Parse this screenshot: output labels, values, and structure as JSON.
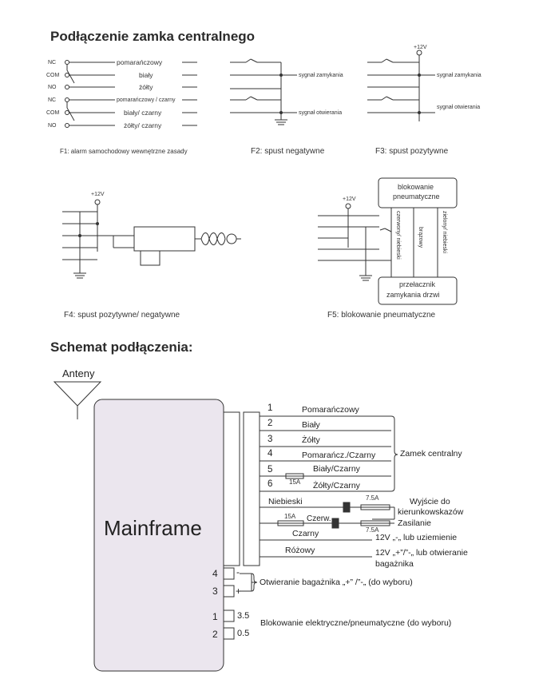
{
  "section1_title": "Podłączenie zamka centralnego",
  "section2_title": "Schemat podłączenia:",
  "f1": {
    "pins": [
      "NC",
      "COM",
      "NO",
      "NC",
      "COM",
      "NO"
    ],
    "wires": [
      "pomarańczowy",
      "biały",
      "żółty",
      "pomarańczowy / czarny",
      "biały/ czarny",
      "żółty/ czarny"
    ],
    "caption": "F1:  alarm samochodowy wewnętrzne zasady"
  },
  "f2": {
    "signal_close": "sygnał zamykania",
    "signal_open": "sygnał otwierania",
    "caption": "F2:  spust negatywne"
  },
  "f3": {
    "voltage": "+12V",
    "signal_close": "sygnał zamykania",
    "signal_open": "sygnał otwierania",
    "caption": "F3:  spust pozytywne"
  },
  "f4": {
    "voltage": "+12V",
    "caption": "F4:  spust  pozytywne/ negatywne"
  },
  "f5": {
    "voltage": "+12V",
    "box_top_line1": "blokowanie",
    "box_top_line2": "pneumatyczne",
    "box_bottom_line1": "przełacznik",
    "box_bottom_line2": "zamykania drzwi",
    "wire_left": "czerwony/ niebieski",
    "wire_mid": "brązowy",
    "wire_right": "zielony/ niebieski",
    "caption": "F5:  blokowanie pneumatyczne"
  },
  "main": {
    "antenna": "Anteny",
    "mainframe": "Mainframe",
    "connector_numbers": [
      "1",
      "2",
      "3",
      "4",
      "5",
      "6"
    ],
    "connector_wires": [
      "Pomarańczowy",
      "Biały",
      "Żółty",
      "Pomarańcz./Czarny",
      "Biały/Czarny",
      "Żółty/Czarny"
    ],
    "fuse_15a": "15A",
    "group_label": "Zamek centralny",
    "niebieski": "Niebieski",
    "fuse_7_5a": "7.5A",
    "indicator_line1": "Wyjście do",
    "indicator_line2": "kierunkowskazów",
    "czerw": "Czerw.",
    "zasilanie": "Zasilanie",
    "czarny": "Czarny",
    "ground_label": "12V „-„ lub uziemienie",
    "rozowy": "Różowy",
    "trunk_label": "12V „+”/”-„ lub otwieranie",
    "trunk_label2": "bagażnika",
    "pin4": "4",
    "pin3": "3",
    "pin4_sign": "-",
    "pin3_sign": "+",
    "trunk_option": "Otwieranie bagażnika „+” /”-„ (do wyboru)",
    "pin1": "1",
    "pin2": "2",
    "pin1_val": "3.5",
    "pin2_val": "0.5",
    "lock_option": "Blokowanie elektryczne/pneumatyczne (do wyboru)"
  }
}
